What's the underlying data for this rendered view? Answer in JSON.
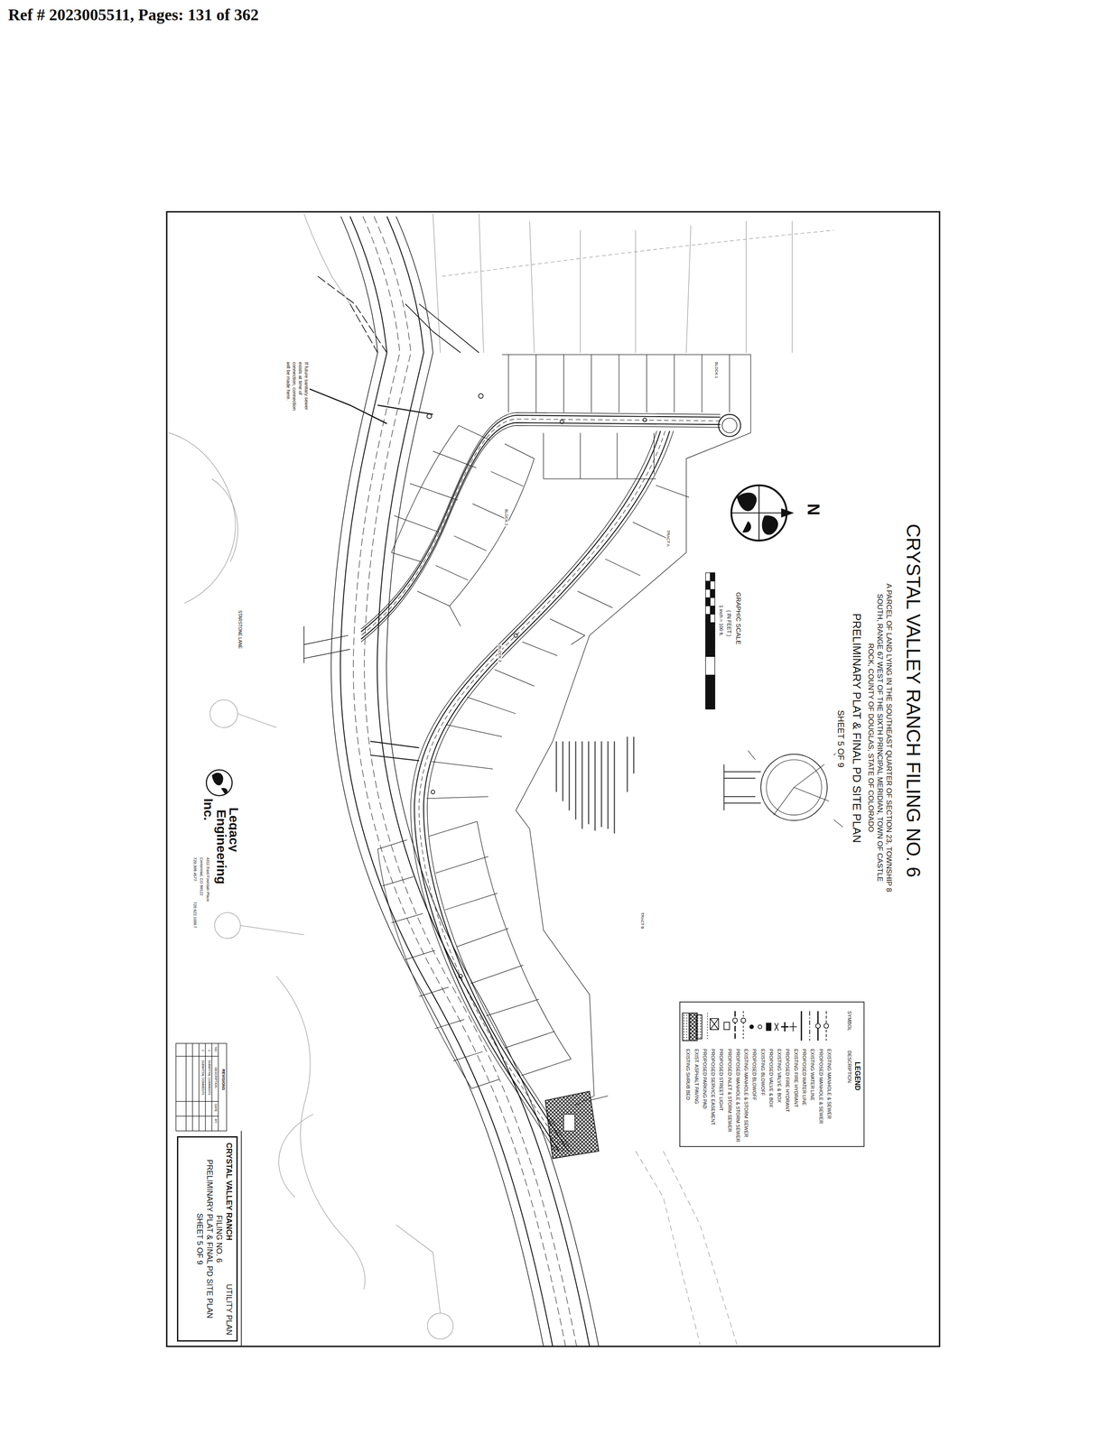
{
  "diagram": {
    "title": "CRYSTAL VALLEY RANCH FILING NO. 6",
    "nodes": [
      {
        "text": [
          "CRYSTAL VALLEY RANCH",
          "UTILITY PLAN",
          "FILING NO. 6",
          "PRELIMINARY PLAT & FINAL PD SITE PLAN",
          "SHEET 5 OF 9"
        ]
      }
    ],
    "labels": [
      "Ref # 2023005511, Pages: 131 of 362",
      "A PARCEL OF LAND LYING IN THE SOUTHEAST QUARTER OF SECTION 23, TOWNSHIP 8 SOUTH, RANGE 67 WEST OF THE SIXTH PRINCIPAL MERIDIAN, TOWN OF CASTLE ROCK, COUNTY OF DOUGLAS, STATE OF COLORADO",
      "PRELIMINARY PLAT & FINAL PD SITE PLAN",
      "SHEET 5 OF 9",
      "N",
      "GRAPHIC SCALE",
      "( IN FEET )",
      "1 inch = 100 ft.",
      "LEGEND",
      "SYMBOL",
      "DESCRIPTION",
      "Legacy",
      "Engineering",
      "Inc.",
      "4311 East Fountain Place",
      "Centennial, CO 80122",
      "720.308.4577",
      "720.922.1686 f",
      "REVISIONS",
      "NO.",
      "DESCRIPTION",
      "DATE",
      "BY",
      "1",
      "SUBMITTAL COMMENTS",
      "2",
      "SUBMITTAL COMMENTS",
      "STARSTONE LANE",
      "If future sanitary sewer exists at time of connection, connection will be made here.",
      "BLOCK 1",
      "BLOCK 2",
      "BLOCK 3",
      "TRACT A",
      "TRACT B"
    ],
    "legend": [
      {
        "text": "EXISTING MANHOLE & SEWER"
      },
      {
        "text": "PROPOSED MANHOLE & SEWER"
      },
      {
        "text": "EXISTING WATER LINE"
      },
      {
        "text": "PROPOSED WATER LINE"
      },
      {
        "text": "EXISTING FIRE HYDRANT"
      },
      {
        "text": "PROPOSED FIRE HYDRANT"
      },
      {
        "text": "EXISTING VALVE & BOX"
      },
      {
        "text": "PROPOSED VALVE & BOX"
      },
      {
        "text": "EXISTING BLOWOFF"
      },
      {
        "text": "PROPOSED BLOWOFF"
      },
      {
        "text": "EXISTING MANHOLE & STORM SEWER"
      },
      {
        "text": "PROPOSED MANHOLE & STORM SEWER"
      },
      {
        "text": "PROPOSED INLET & STORM SEWER"
      },
      {
        "text": "PROPOSED STREET LIGHT"
      },
      {
        "text": "PROPOSED SERVICE EASEMENT"
      },
      {
        "text": "PROPOSED PARKING PAD"
      },
      {
        "text": "EXIST. ASPHALT PAVING"
      },
      {
        "text": "EXISTING SHRUB BED"
      }
    ]
  }
}
